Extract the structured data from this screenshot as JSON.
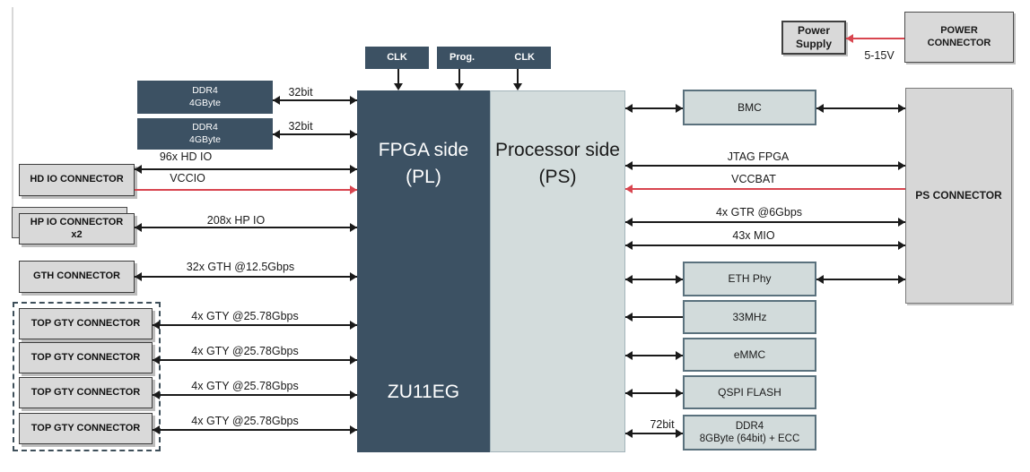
{
  "top": {
    "clk": "CLK",
    "prog": "Prog.",
    "prog_clk": "CLK"
  },
  "center": {
    "fpga_line1": "FPGA side",
    "fpga_line2": "(PL)",
    "ps_line1": "Processor side",
    "ps_line2": "(PS)",
    "chip": "ZU11EG"
  },
  "left": {
    "ddr4_line1": "DDR4",
    "ddr4_line2": "4GByte",
    "bit32": "32bit",
    "hd_io": "HD IO CONNECTOR",
    "hd_io_label": "96x HD IO",
    "vccio": "VCCIO",
    "hp_io_line1": "HP IO CONNECTOR",
    "hp_io_line2": "x2",
    "hp_io_label": "208x HP IO",
    "gth": "GTH CONNECTOR",
    "gth_label": "32x GTH @12.5Gbps",
    "gty": "TOP GTY CONNECTOR",
    "gty_label": "4x GTY @25.78Gbps"
  },
  "right": {
    "bmc": "BMC",
    "jtag": "JTAG FPGA",
    "vccbat": "VCCBAT",
    "gtr": "4x GTR @6Gbps",
    "mio": "43x MIO",
    "eth": "ETH Phy",
    "mhz33": "33MHz",
    "emmc": "eMMC",
    "qspi": "QSPI FLASH",
    "ddr4_line1": "DDR4",
    "ddr4_line2": "8GByte (64bit) + ECC",
    "bit72": "72bit",
    "ps_connector": "PS CONNECTOR"
  },
  "power": {
    "supply_line1": "Power",
    "supply_line2": "Supply",
    "connector_line1": "POWER",
    "connector_line2": "CONNECTOR",
    "voltage": "5-15V"
  },
  "colors": {
    "dark_slate": "#3C5163",
    "processor_panel": "#D3DCDC",
    "peripheral_fill": "#D2DBDB",
    "peripheral_border": "#5A717D",
    "connector_gray": "#D9D9D9",
    "arrow_black": "#1A1A1A",
    "arrow_red": "#D8454F"
  }
}
